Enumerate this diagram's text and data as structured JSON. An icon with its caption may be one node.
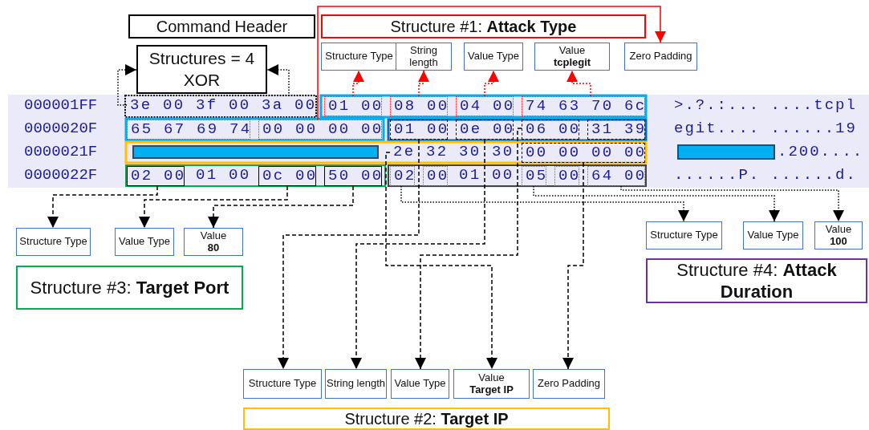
{
  "diagram": {
    "nodes": [
      {
        "text": [
          "Command Header"
        ]
      },
      {
        "text": [
          "Structures = 4",
          "XOR"
        ]
      },
      {
        "text": [
          "Structure #1: **Attack Type**"
        ]
      },
      {
        "text": [
          "Structure Type"
        ]
      },
      {
        "text": [
          "String length"
        ]
      },
      {
        "text": [
          "Value Type"
        ]
      },
      {
        "text": [
          "Value",
          "tcplegit"
        ]
      },
      {
        "text": [
          "Zero Padding"
        ]
      },
      {
        "text": [
          "3e 00"
        ]
      },
      {
        "text": [
          "3f 00"
        ]
      },
      {
        "text": [
          "3a 00"
        ]
      },
      {
        "text": [
          "01 00"
        ]
      },
      {
        "text": [
          "08 00"
        ]
      },
      {
        "text": [
          "04 00"
        ]
      },
      {
        "text": [
          "74 63 70 6c"
        ]
      },
      {
        "text": [
          "65 67 69 74"
        ]
      },
      {
        "text": [
          "00 00 00 00"
        ]
      },
      {
        "text": [
          "01 00"
        ]
      },
      {
        "text": [
          "0e 00"
        ]
      },
      {
        "text": [
          "06 00"
        ]
      },
      {
        "text": [
          "31 39"
        ]
      },
      {
        "text": [],
        "shape": "bar"
      },
      {
        "text": [
          "2e"
        ]
      },
      {
        "text": [
          "32 30"
        ]
      },
      {
        "text": [
          "30"
        ]
      },
      {
        "text": [
          "00 00 00 00"
        ]
      },
      {
        "text": [
          "02 00"
        ]
      },
      {
        "text": [
          "01 00"
        ]
      },
      {
        "text": [
          "0c 00"
        ]
      },
      {
        "text": [
          "50 00"
        ]
      },
      {
        "text": [
          "02"
        ]
      },
      {
        "text": [
          "00"
        ]
      },
      {
        "text": [
          "01"
        ]
      },
      {
        "text": [
          "00"
        ]
      },
      {
        "text": [
          "05"
        ]
      },
      {
        "text": [
          "00"
        ]
      },
      {
        "text": [
          "64 00"
        ]
      },
      {
        "text": [
          "Structure Type"
        ]
      },
      {
        "text": [
          "Value Type"
        ]
      },
      {
        "text": [
          "Value",
          "80"
        ]
      },
      {
        "text": [
          "Structure #3: **Target Port**"
        ]
      },
      {
        "text": [
          "Structure Type"
        ]
      },
      {
        "text": [
          "Value Type"
        ]
      },
      {
        "text": [
          "Value",
          "100"
        ]
      },
      {
        "text": [
          "Structure #4: **Attack Duration**"
        ]
      },
      {
        "text": [
          "Structure Type"
        ]
      },
      {
        "text": [
          "String length"
        ]
      },
      {
        "text": [
          "Value Type"
        ]
      },
      {
        "text": [
          "Value",
          "Target IP"
        ]
      },
      {
        "text": [
          "Zero Padding"
        ]
      },
      {
        "text": [
          "Structure #2: **Target IP**"
        ]
      }
    ],
    "edges": [
      {
        "from": 8,
        "to": 1,
        "arrow": "to",
        "style": "dashed"
      },
      {
        "from": 10,
        "to": 1,
        "arrow": "to",
        "style": "dashed"
      },
      {
        "from": 11,
        "to": 3,
        "arrow": "to",
        "style": "dashed",
        "color": "#ff0000"
      },
      {
        "from": 12,
        "to": 4,
        "arrow": "to",
        "style": "dashed",
        "color": "#ff0000"
      },
      {
        "from": 13,
        "to": 5,
        "arrow": "to",
        "style": "dashed",
        "color": "#ff0000"
      },
      {
        "from": 14,
        "to": 6,
        "arrow": "to",
        "style": "dashed",
        "color": "#ff0000"
      },
      {
        "from": 16,
        "to": 7,
        "arrow": "to",
        "color": "#ff0000"
      },
      {
        "from": 26,
        "to": 37,
        "arrow": "to",
        "style": "dashed"
      },
      {
        "from": 28,
        "to": 38,
        "arrow": "to",
        "style": "dashed"
      },
      {
        "from": 29,
        "to": 39,
        "arrow": "to",
        "style": "dashed"
      },
      {
        "from": 17,
        "to": 45,
        "arrow": "to",
        "style": "dashed"
      },
      {
        "from": 18,
        "to": 46,
        "arrow": "to",
        "style": "dashed"
      },
      {
        "from": 19,
        "to": 47,
        "arrow": "to",
        "style": "dashed"
      },
      {
        "from": 22,
        "to": 48,
        "arrow": "to",
        "style": "dashed"
      },
      {
        "from": 25,
        "to": 49,
        "arrow": "to",
        "style": "dashed"
      },
      {
        "from": 30,
        "to": 41,
        "arrow": "to",
        "style": "dashed"
      },
      {
        "from": 34,
        "to": 42,
        "arrow": "to",
        "style": "dashed"
      },
      {
        "from": 36,
        "to": 43,
        "arrow": "to",
        "style": "dashed"
      }
    ],
    "labels": [
      "000001FF",
      ">.?.:... ....tcpl",
      "0000020F",
      "egit.... ......19",
      "0000021F",
      ".200....",
      "0000022F",
      "......P. ......d."
    ]
  }
}
